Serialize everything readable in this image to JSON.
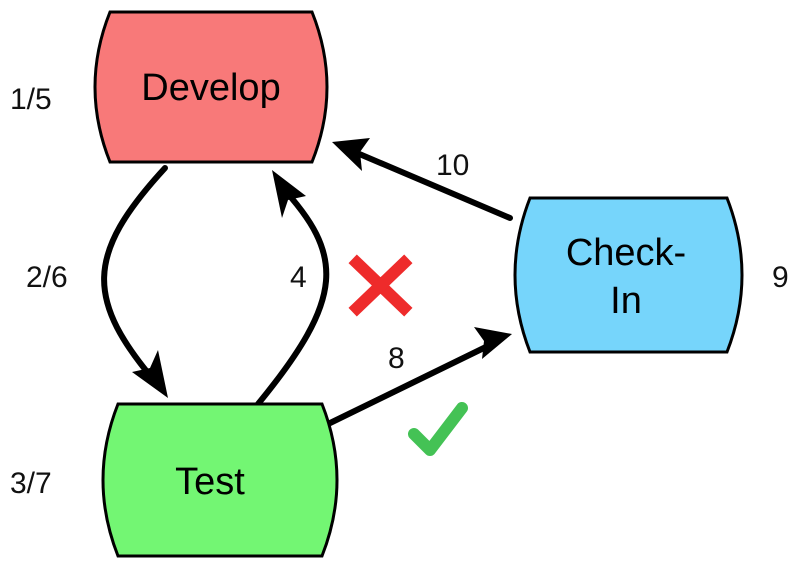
{
  "nodes": {
    "develop": {
      "label": "Develop",
      "step": "1/5",
      "fill": "#f87979"
    },
    "test": {
      "label": "Test",
      "step": "3/7",
      "fill": "#73f673"
    },
    "checkin": {
      "line1": "Check-",
      "line2": "In",
      "step": "9",
      "fill": "#76d5fb"
    }
  },
  "edges": {
    "develop_to_test": "2/6",
    "test_to_develop": "4",
    "test_to_checkin": "8",
    "checkin_to_develop": "10"
  },
  "status_marks": {
    "fail_icon": "cross-icon",
    "fail_color": "#ee2b2b",
    "pass_icon": "check-icon",
    "pass_color": "#44c255"
  }
}
